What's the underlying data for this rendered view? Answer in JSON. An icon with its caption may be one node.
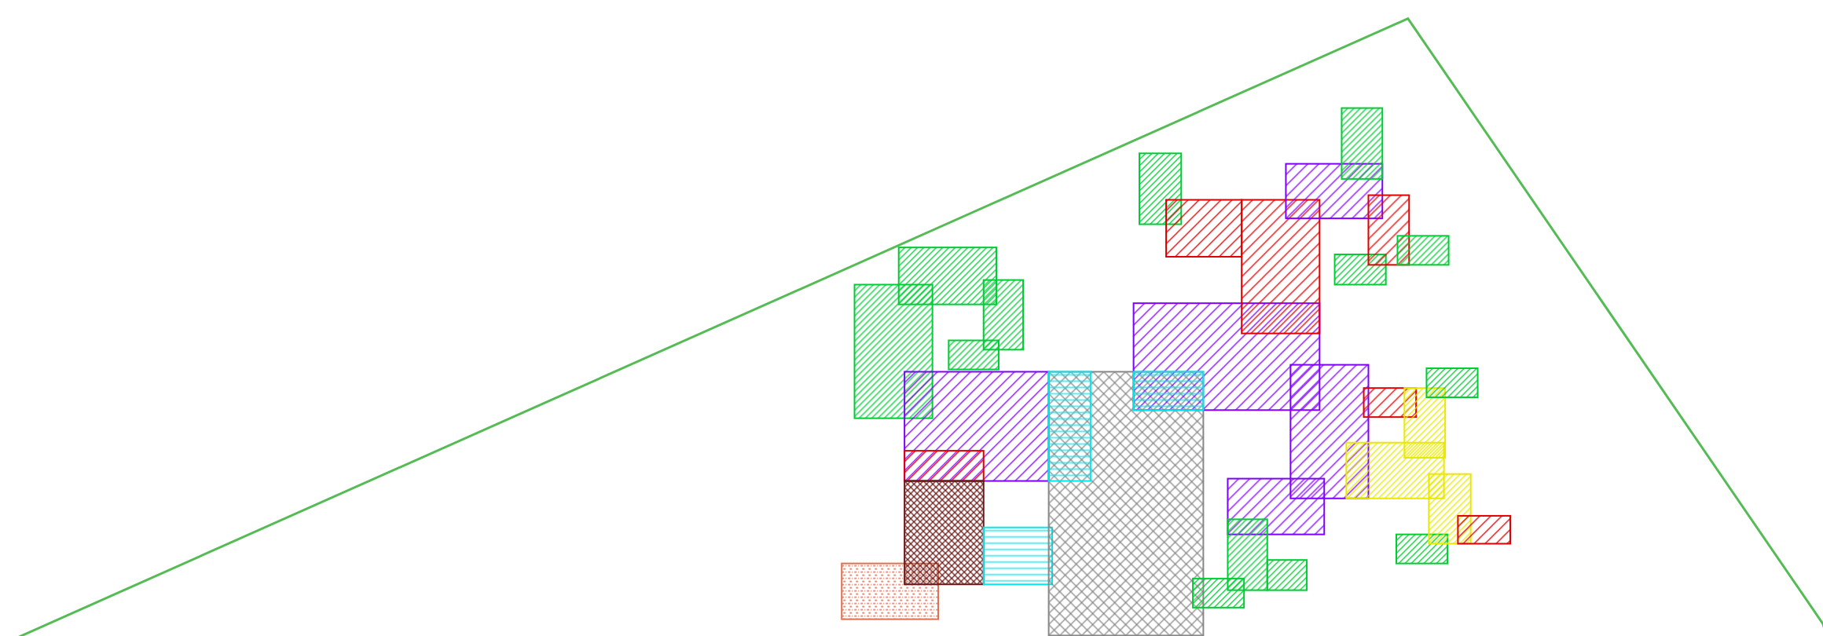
{
  "diagram": {
    "nodes": [
      {
        "text": [],
        "shape": "box"
      },
      {
        "text": [],
        "shape": "box"
      },
      {
        "text": [],
        "shape": "box"
      },
      {
        "text": [],
        "shape": "box"
      },
      {
        "text": [],
        "shape": "box",
        "in": 3
      },
      {
        "text": [],
        "shape": "box"
      },
      {
        "text": [],
        "shape": "box"
      },
      {
        "text": [],
        "shape": "box"
      },
      {
        "text": [],
        "shape": "box"
      },
      {
        "text": [],
        "shape": "box"
      },
      {
        "text": [],
        "shape": "box",
        "in": 9
      },
      {
        "text": [],
        "shape": "box"
      },
      {
        "text": [],
        "shape": "box"
      },
      {
        "text": [],
        "shape": "box"
      },
      {
        "text": [],
        "shape": "box"
      },
      {
        "text": [],
        "shape": "box"
      },
      {
        "text": [],
        "shape": "box"
      },
      {
        "text": [],
        "shape": "box"
      },
      {
        "text": [],
        "shape": "box"
      },
      {
        "text": [],
        "shape": "box"
      },
      {
        "text": [],
        "shape": "box"
      },
      {
        "text": [],
        "shape": "box"
      },
      {
        "text": [],
        "shape": "box"
      },
      {
        "text": [],
        "shape": "box"
      },
      {
        "text": [],
        "shape": "box"
      },
      {
        "text": [],
        "shape": "box"
      },
      {
        "text": [],
        "shape": "box"
      },
      {
        "text": [],
        "shape": "box"
      },
      {
        "text": [],
        "shape": "box"
      },
      {
        "text": [],
        "shape": "box"
      },
      {
        "text": [],
        "shape": "box"
      },
      {
        "text": [],
        "shape": "box"
      },
      {
        "text": [],
        "shape": "box"
      }
    ]
  }
}
